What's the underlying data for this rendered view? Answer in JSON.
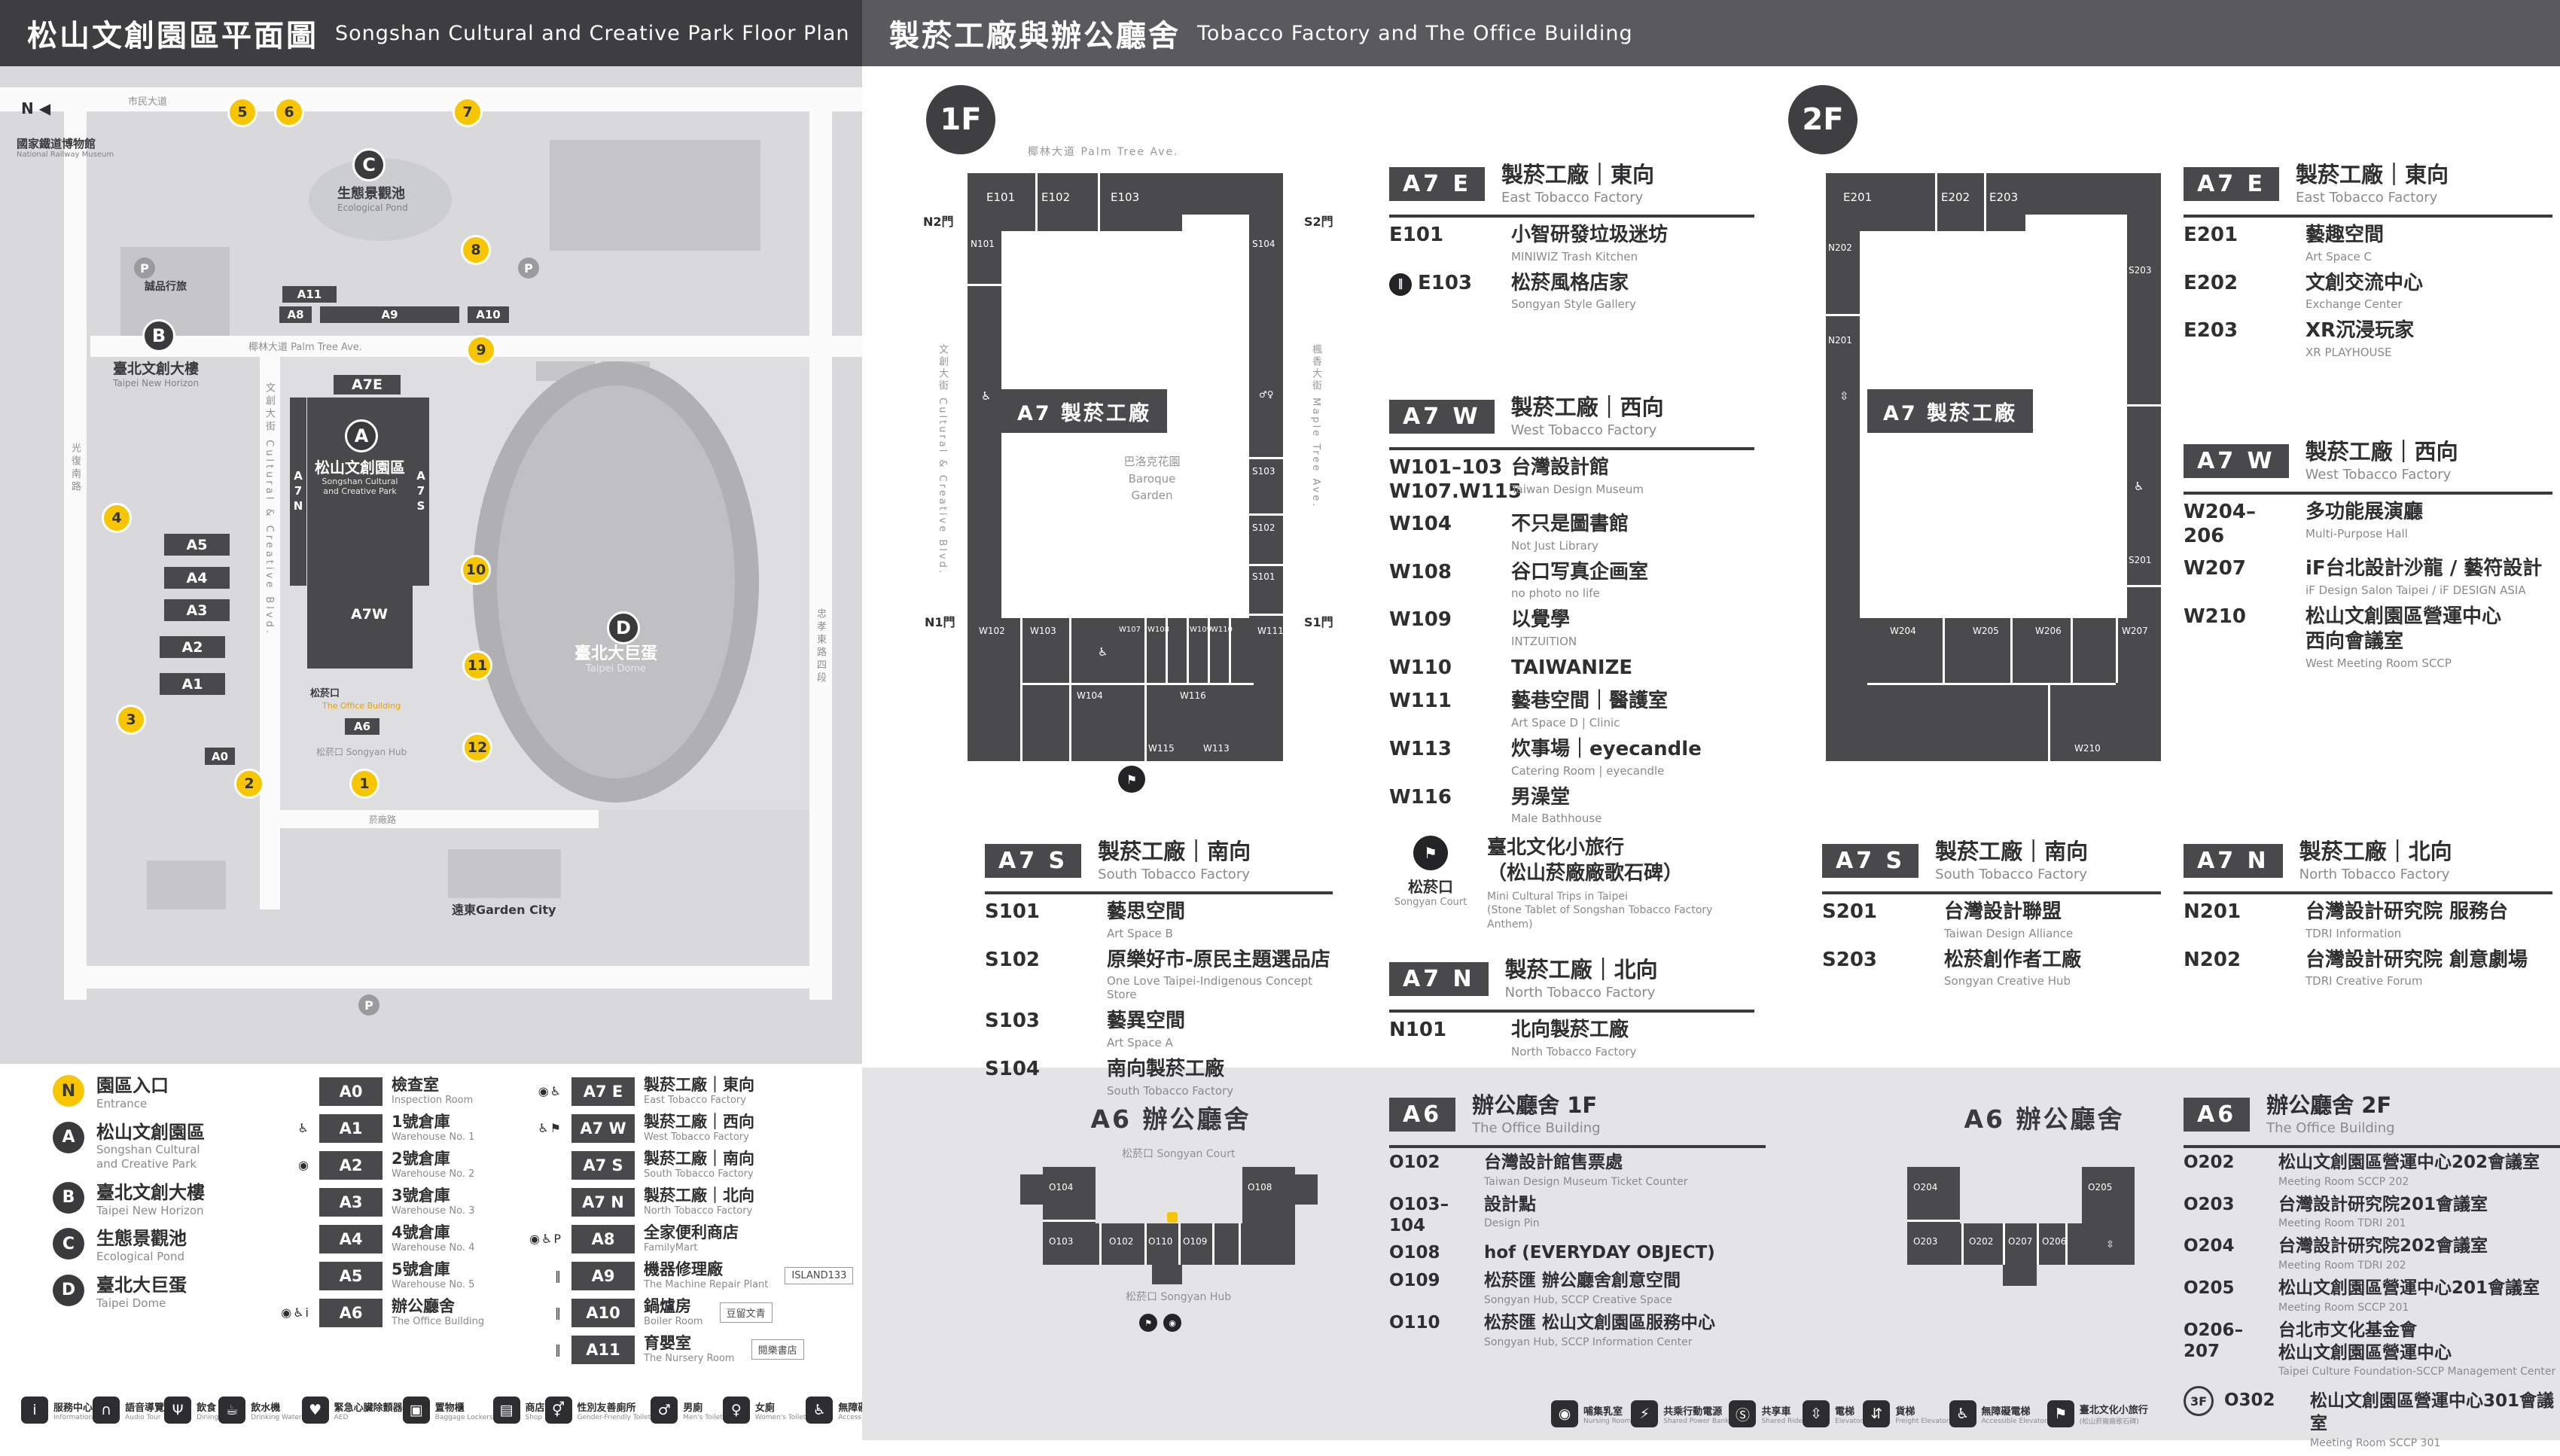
{
  "colors": {
    "accent_yellow": "#f7c600",
    "building_dark": "#49494b",
    "panel_gray": "#e4e4e6",
    "header_left": "#3e3e41",
    "header_right": "#5a5a5e"
  },
  "left": {
    "header": {
      "zh": "松山文創園區平面圖",
      "en": "Songshan Cultural and Creative Park Floor Plan"
    },
    "map": {
      "north": "N ◀",
      "entrances": [
        "1",
        "2",
        "3",
        "4",
        "5",
        "6",
        "7",
        "8",
        "9",
        "10",
        "11",
        "12"
      ],
      "pins": {
        "a": "A",
        "b": "B",
        "c": "C",
        "d": "D"
      },
      "parking": "P",
      "buildings": {
        "a0": "A0",
        "a1": "A1",
        "a2": "A2",
        "a3": "A3",
        "a4": "A4",
        "a5": "A5",
        "a6": "A6",
        "a7e": "A7E",
        "a7w": "A7W",
        "a7n": "A7N",
        "a7s": "A7S",
        "a8": "A8",
        "a9": "A9",
        "a10": "A10",
        "a11": "A11"
      },
      "labels": {
        "railway_zh": "國家鐵道博物館",
        "railway_en": "National Railway Museum",
        "eslite": "誠品行旅",
        "pond_zh": "生態景觀池",
        "pond_en": "Ecological Pond",
        "horizon_zh": "臺北文創大樓",
        "horizon_en": "Taipei New Horizon",
        "park_zh": "松山文創園區",
        "park_en": "Songshan Cultural\nand Creative Park",
        "dome_zh": "臺北大巨蛋",
        "dome_en": "Taipei Dome",
        "office_zh": "松菸口",
        "office_en": "The Office Building",
        "palm": "椰林大道 Palm Tree Ave.",
        "ccblvd": "文創大街 Cultural & Creative Blvd.",
        "civic": "市民大道",
        "guangfu": "光復南路",
        "zhongxiao": "忠孝東路四段",
        "yanchang": "菸廠路",
        "garden_city": "遠東Garden City",
        "songyan_hub": "松菸口 Songyan Hub"
      }
    },
    "legend": {
      "entrance": {
        "badge": "N",
        "zh": "園區入口",
        "en": "Entrance"
      },
      "areas": [
        {
          "badge": "A",
          "zh": "松山文創園區",
          "en": "Songshan Cultural\nand Creative Park"
        },
        {
          "badge": "B",
          "zh": "臺北文創大樓",
          "en": "Taipei New Horizon"
        },
        {
          "badge": "C",
          "zh": "生態景觀池",
          "en": "Ecological Pond"
        },
        {
          "badge": "D",
          "zh": "臺北大巨蛋",
          "en": "Taipei Dome"
        }
      ],
      "col1": [
        {
          "ic": "",
          "code": "A0",
          "zh": "檢查室",
          "en": "Inspection Room"
        },
        {
          "ic": "♿",
          "code": "A1",
          "zh": "1號倉庫",
          "en": "Warehouse No. 1"
        },
        {
          "ic": "◉",
          "code": "A2",
          "zh": "2號倉庫",
          "en": "Warehouse No. 2"
        },
        {
          "ic": "",
          "code": "A3",
          "zh": "3號倉庫",
          "en": "Warehouse No. 3"
        },
        {
          "ic": "",
          "code": "A4",
          "zh": "4號倉庫",
          "en": "Warehouse No. 4"
        },
        {
          "ic": "",
          "code": "A5",
          "zh": "5號倉庫",
          "en": "Warehouse No. 5"
        },
        {
          "ic": "◉♿i",
          "code": "A6",
          "zh": "辦公廳舍",
          "en": "The Office Building"
        }
      ],
      "col2": [
        {
          "ic": "◉♿",
          "code": "A7 E",
          "zh": "製菸工廠｜東向",
          "en": "East Tobacco Factory"
        },
        {
          "ic": "♿⚑",
          "code": "A7 W",
          "zh": "製菸工廠｜西向",
          "en": "West Tobacco Factory"
        },
        {
          "ic": "",
          "code": "A7 S",
          "zh": "製菸工廠｜南向",
          "en": "South Tobacco Factory"
        },
        {
          "ic": "",
          "code": "A7 N",
          "zh": "製菸工廠｜北向",
          "en": "North Tobacco Factory"
        },
        {
          "ic": "◉♿P",
          "code": "A8",
          "zh": "全家便利商店",
          "en": "FamilyMart"
        },
        {
          "ic": "‖",
          "code": "A9",
          "zh": "機器修理廠",
          "en": "The Machine Repair Plant",
          "note": "ISLAND133"
        },
        {
          "ic": "‖",
          "code": "A10",
          "zh": "鍋爐房",
          "en": "Boiler Room",
          "note": "豆留文青"
        },
        {
          "ic": "‖",
          "code": "A11",
          "zh": "育嬰室",
          "en": "The Nursery Room",
          "note": "閱樂書店"
        }
      ]
    },
    "footer": [
      {
        "ic": "i",
        "zh": "服務中心",
        "en": "Information"
      },
      {
        "ic": "∩",
        "zh": "語音導覽",
        "en": "Audio Tour"
      },
      {
        "ic": "Ψ",
        "zh": "飲食",
        "en": "Dining"
      },
      {
        "ic": "☕",
        "zh": "飲水機",
        "en": "Drinking Water"
      },
      {
        "ic": "♥",
        "zh": "緊急心臟除顫器",
        "en": "AED"
      },
      {
        "ic": "▣",
        "zh": "置物櫃",
        "en": "Baggage Lockers"
      },
      {
        "ic": "▤",
        "zh": "商店",
        "en": "Shop"
      },
      {
        "ic": "⚥",
        "zh": "性別友善廁所",
        "en": "Gender-Friendly Toilet"
      },
      {
        "ic": "♂",
        "zh": "男廁",
        "en": "Men's Toilet"
      },
      {
        "ic": "♀",
        "zh": "女廁",
        "en": "Women's Toilet"
      },
      {
        "ic": "♿",
        "zh": "無障礙廁所",
        "en": "Accessible Toilet"
      }
    ]
  },
  "right": {
    "header": {
      "zh": "製菸工廠與辦公廳舍",
      "en": "Tobacco Factory and The Office Building"
    },
    "f1": {
      "floor": "1F",
      "plan": {
        "street_top": "椰林大道 Palm Tree Ave.",
        "street_left": "文創大街 Cultural & Creative Blvd.",
        "street_right": "楓香大街 Maple Tree Ave.",
        "door_n2": "N2門",
        "door_s2": "S2門",
        "door_n1": "N1門",
        "door_s1": "S1門",
        "big_label": "A7 製菸工廠",
        "garden": "巴洛克花園\nBaroque\nGarden",
        "rooms": {
          "e101": "E101",
          "e102": "E102",
          "e103": "E103",
          "n101": "N101",
          "s104": "S104",
          "s103": "S103",
          "s102": "S102",
          "s101": "S101",
          "w102": "W102",
          "w103": "W103",
          "w104": "W104",
          "w107": "W107",
          "w108": "W108",
          "w109": "W109",
          "w110": "W110",
          "w111": "W111",
          "w116": "W116",
          "w115": "W115",
          "w113": "W113"
        }
      },
      "secE": {
        "badge": "A7 E",
        "zh": "製菸工廠｜東向",
        "en": "East Tobacco Factory",
        "items": [
          {
            "code": "E101",
            "zh": "小智研發垃圾迷坊",
            "en": "MINIWIZ Trash Kitchen"
          },
          {
            "ic": "‖",
            "code": "E103",
            "zh": "松菸風格店家",
            "en": "Songyan Style Gallery"
          }
        ]
      },
      "secW": {
        "badge": "A7 W",
        "zh": "製菸工廠｜西向",
        "en": "West Tobacco Factory",
        "items": [
          {
            "code": "W101–103\nW107.W115",
            "zh": "台灣設計館",
            "en": "Taiwan Design Museum"
          },
          {
            "code": "W104",
            "zh": "不只是圖書館",
            "en": "Not Just Library"
          },
          {
            "code": "W108",
            "zh": "谷口写真企画室",
            "en": "no photo no life"
          },
          {
            "code": "W109",
            "zh": "以覺學",
            "en": "INTZUITION"
          },
          {
            "code": "W110",
            "zh": "TAIWANIZE"
          },
          {
            "code": "W111",
            "zh": "藝巷空間｜醫護室",
            "en": "Art Space D | Clinic"
          },
          {
            "code": "W113",
            "zh": "炊事場｜eyecandle",
            "en": "Catering Room | eyecandle"
          },
          {
            "code": "W116",
            "zh": "男澡堂",
            "en": "Male Bathhouse"
          }
        ]
      },
      "secS": {
        "badge": "A7 S",
        "zh": "製菸工廠｜南向",
        "en": "South Tobacco Factory",
        "items": [
          {
            "code": "S101",
            "zh": "藝思空間",
            "en": "Art Space B"
          },
          {
            "code": "S102",
            "zh": "原樂好市-原民主題選品店",
            "en": "One Love Taipei-Indigenous Concept Store"
          },
          {
            "code": "S103",
            "zh": "藝異空間",
            "en": "Art Space A"
          },
          {
            "code": "S104",
            "zh": "南向製菸工廠",
            "en": "South Tobacco Factory"
          }
        ]
      },
      "court": {
        "ic": "⚑",
        "zh": "松菸口",
        "en": "Songyan Court",
        "title": "臺北文化小旅行\n（松山菸廠廠歌石碑）",
        "sub": "Mini Cultural Trips in Taipei\n(Stone Tablet of Songshan Tobacco Factory Anthem)"
      },
      "secN": {
        "badge": "A7 N",
        "zh": "製菸工廠｜北向",
        "en": "North Tobacco Factory",
        "items": [
          {
            "code": "N101",
            "zh": "北向製菸工廠",
            "en": "North Tobacco Factory"
          }
        ]
      }
    },
    "f2": {
      "floor": "2F",
      "plan": {
        "big_label": "A7 製菸工廠",
        "rooms": {
          "e201": "E201",
          "e202": "E202",
          "e203": "E203",
          "n202": "N202",
          "n201": "N201",
          "s203": "S203",
          "s201": "S201",
          "w204": "W204",
          "w205": "W205",
          "w206": "W206",
          "w207": "W207",
          "w210": "W210"
        }
      },
      "secE": {
        "badge": "A7 E",
        "zh": "製菸工廠｜東向",
        "en": "East Tobacco Factory",
        "items": [
          {
            "code": "E201",
            "zh": "藝趣空間",
            "en": "Art Space C"
          },
          {
            "code": "E202",
            "zh": "文創交流中心",
            "en": "Exchange Center"
          },
          {
            "code": "E203",
            "zh": "XR沉浸玩家",
            "en": "XR PLAYHOUSE"
          }
        ]
      },
      "secW": {
        "badge": "A7 W",
        "zh": "製菸工廠｜西向",
        "en": "West Tobacco Factory",
        "items": [
          {
            "code": "W204–206",
            "zh": "多功能展演廳",
            "en": "Multi-Purpose Hall"
          },
          {
            "code": "W207",
            "zh": "iF台北設計沙龍 / 藝符設計",
            "en": "iF Design Salon Taipei / iF DESIGN ASIA"
          },
          {
            "code": "W210",
            "zh": "松山文創園區營運中心\n西向會議室",
            "en": "West Meeting Room SCCP"
          }
        ]
      },
      "secS": {
        "badge": "A7 S",
        "zh": "製菸工廠｜南向",
        "en": "South Tobacco Factory",
        "items": [
          {
            "code": "S201",
            "zh": "台灣設計聯盟",
            "en": "Taiwan Design Alliance"
          },
          {
            "code": "S203",
            "zh": "松菸創作者工廠",
            "en": "Songyan Creative Hub"
          }
        ]
      },
      "secN": {
        "badge": "A7 N",
        "zh": "製菸工廠｜北向",
        "en": "North Tobacco Factory",
        "items": [
          {
            "code": "N201",
            "zh": "台灣設計研究院 服務台",
            "en": "TDRI Information"
          },
          {
            "code": "N202",
            "zh": "台灣設計研究院 創意劇場",
            "en": "TDRI Creative Forum"
          }
        ]
      }
    },
    "a6f1": {
      "title": "A6 辦公廳舍",
      "court": "松菸口 Songyan Court",
      "hub": "松菸口 Songyan Hub",
      "rooms": {
        "o104": "O104",
        "o103": "O103",
        "o102": "O102",
        "o110": "O110",
        "o109": "O109",
        "o108": "O108"
      },
      "sec": {
        "badge": "A6",
        "zh": "辦公廳舍 1F",
        "en": "The Office Building",
        "items": [
          {
            "code": "O102",
            "zh": "台灣設計館售票處",
            "en": "Taiwan Design Museum Ticket Counter"
          },
          {
            "code": "O103–104",
            "zh": "設計點",
            "en": "Design Pin"
          },
          {
            "code": "O108",
            "zh": "hof (EVERYDAY OBJECT)"
          },
          {
            "code": "O109",
            "zh": "松菸匯 辦公廳舍創意空間",
            "en": "Songyan Hub, SCCP Creative Space"
          },
          {
            "code": "O110",
            "zh": "松菸匯 松山文創園區服務中心",
            "en": "Songyan Hub, SCCP Information Center"
          }
        ]
      }
    },
    "a6f2": {
      "title": "A6 辦公廳舍",
      "rooms": {
        "o204": "O204",
        "o203": "O203",
        "o202": "O202",
        "o207": "O207",
        "o206": "O206",
        "o205": "O205"
      },
      "sec": {
        "badge": "A6",
        "zh": "辦公廳舍 2F",
        "en": "The Office Building",
        "items": [
          {
            "code": "O202",
            "zh": "松山文創園區營運中心202會議室",
            "en": "Meeting Room SCCP 202"
          },
          {
            "code": "O203",
            "zh": "台灣設計研究院201會議室",
            "en": "Meeting Room TDRI 201"
          },
          {
            "code": "O204",
            "zh": "台灣設計研究院202會議室",
            "en": "Meeting Room TDRI 202"
          },
          {
            "code": "O205",
            "zh": "松山文創園區營運中心201會議室",
            "en": "Meeting Room SCCP 201"
          },
          {
            "code": "O206–207",
            "zh": "台北市文化基金會\n松山文創園區營運中心",
            "en": "Taipei Culture Foundation-SCCP Management Center"
          }
        ]
      },
      "extra": {
        "floor": "3F",
        "code": "O302",
        "zh": "松山文創園區營運中心301會議室",
        "en": "Meeting Room SCCP 301"
      }
    },
    "footer": [
      {
        "ic": "◉",
        "zh": "哺集乳室",
        "en": "Nursing Room"
      },
      {
        "ic": "⚡",
        "zh": "共乘行動電源",
        "en": "Shared Power Bank"
      },
      {
        "ic": "Ⓢ",
        "zh": "共享車",
        "en": "Shared Ride"
      },
      {
        "ic": "⇳",
        "zh": "電梯",
        "en": "Elevator"
      },
      {
        "ic": "⇵",
        "zh": "貨梯",
        "en": "Freight Elevator"
      },
      {
        "ic": "♿",
        "zh": "無障礙電梯",
        "en": "Accessible Elevator"
      },
      {
        "ic": "⚑",
        "zh": "臺北文化小旅行",
        "en": "(松山菸廠廠歌石碑)"
      }
    ]
  }
}
